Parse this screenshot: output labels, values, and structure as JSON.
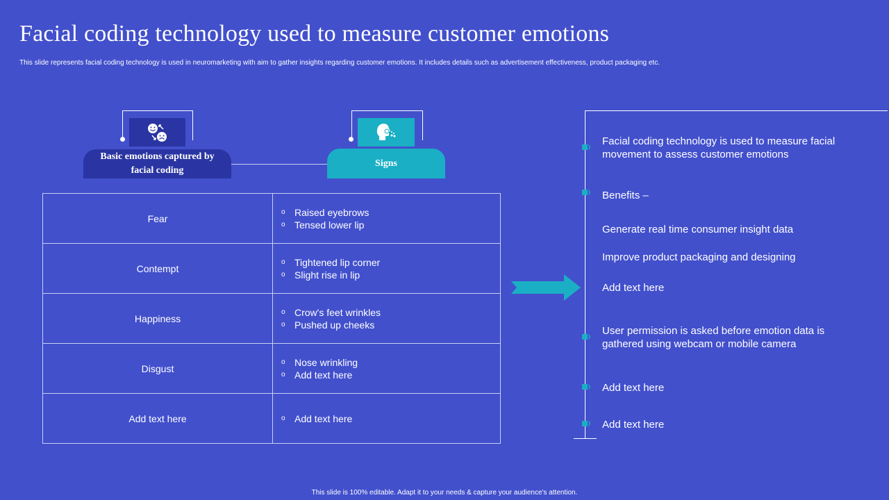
{
  "slide": {
    "title": "Facial coding technology used to measure customer emotions",
    "subtitle": "This slide represents facial coding technology is used in neuromarketing with aim to gather insights regarding customer emotions. It includes details such as advertisement effectiveness, product packaging etc.",
    "footer": "This slide is 100% editable.  Adapt it to your needs & capture your audience's attention."
  },
  "colors": {
    "background": "#4250CC",
    "dark_navy": "#2A35A3",
    "teal": "#1AAFC4",
    "text": "#FFFFFF"
  },
  "headers": {
    "emotions": {
      "label": "Basic emotions captured by facial coding",
      "icon": "emotions-faces-icon"
    },
    "signs": {
      "label": "Signs",
      "icon": "face-profile-icon"
    }
  },
  "table": {
    "rows": [
      {
        "emotion": "Fear",
        "signs": [
          "Raised eyebrows",
          "Tensed lower lip"
        ]
      },
      {
        "emotion": "Contempt",
        "signs": [
          "Tightened lip corner",
          "Slight rise in lip"
        ]
      },
      {
        "emotion": "Happiness",
        "signs": [
          "Crow's feet wrinkles",
          "Pushed up cheeks"
        ]
      },
      {
        "emotion": "Disgust",
        "signs": [
          "Nose wrinkling",
          "Add text here"
        ]
      },
      {
        "emotion": "Add text here",
        "signs": [
          "Add text here"
        ]
      }
    ],
    "bullet": "o"
  },
  "timeline": {
    "items": [
      {
        "text": "Facial coding technology  is used to measure facial movement to assess customer emotions",
        "marker": true
      },
      {
        "text": "Benefits –",
        "marker": true
      },
      {
        "text": "Generate real time consumer insight data",
        "marker": false
      },
      {
        "text": "Improve product packaging and designing",
        "marker": false
      },
      {
        "text": "Add text here",
        "marker": false
      },
      {
        "text": "User permission is asked before emotion data is gathered using webcam or mobile camera",
        "marker": true
      },
      {
        "text": "Add text here",
        "marker": true
      },
      {
        "text": "Add text here",
        "marker": true
      }
    ]
  }
}
